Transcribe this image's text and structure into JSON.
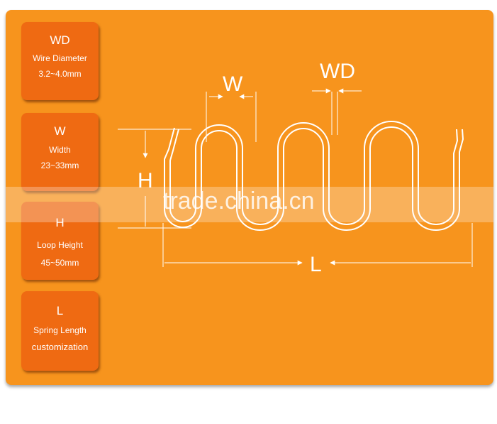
{
  "cards": {
    "wd": {
      "code": "WD",
      "label": "Wire Diameter",
      "value": "3.2~4.0mm"
    },
    "w": {
      "code": "W",
      "label": "Width",
      "value": "23~33mm"
    },
    "h": {
      "code": "H",
      "label": "Loop Height",
      "value": "45~50mm"
    },
    "l": {
      "code": "L",
      "label": "Spring Length",
      "value": "customization"
    }
  },
  "diagram": {
    "w_label": "W",
    "wd_label": "WD",
    "h_label": "H",
    "l_label": "L"
  },
  "watermark": "trade.china.cn",
  "colors": {
    "panel": "#f7941d",
    "card": "#ef6a12",
    "line": "#ffffff"
  }
}
